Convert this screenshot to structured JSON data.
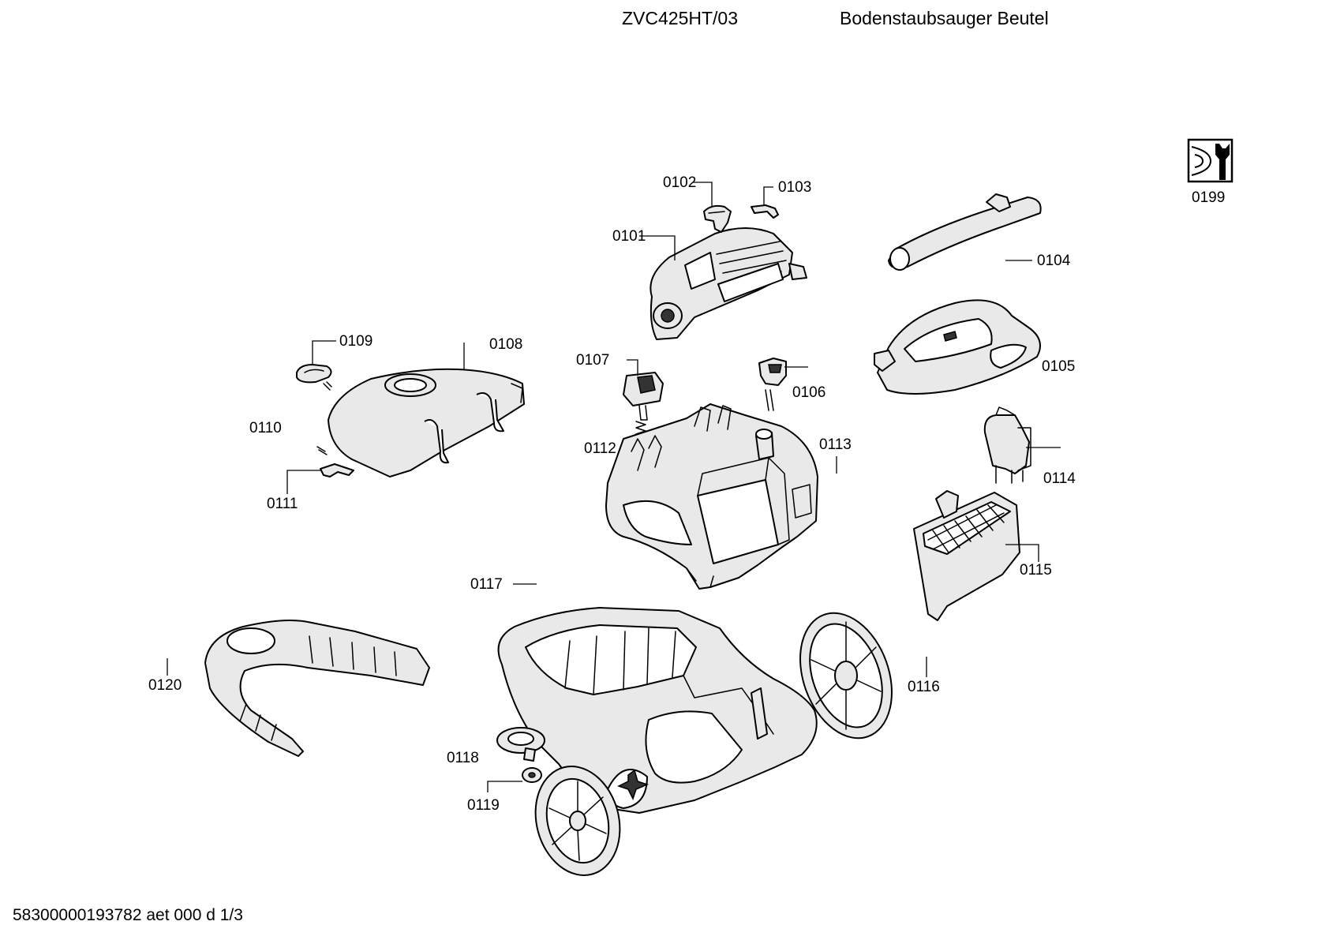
{
  "header": {
    "model": "ZVC425HT/03",
    "description": "Bodenstaubsauger Beutel"
  },
  "footer": {
    "document_id": "58300000193782 aet 000 d 1/3"
  },
  "tool_icon": {
    "icon": "service-tool-icon",
    "label": "0199"
  },
  "parts": [
    {
      "id": "p0101",
      "label": "0101",
      "icon": "top-cover"
    },
    {
      "id": "p0102",
      "label": "0102",
      "icon": "latch"
    },
    {
      "id": "p0103",
      "label": "0103",
      "icon": "clip"
    },
    {
      "id": "p0104",
      "label": "0104",
      "icon": "carry-handle"
    },
    {
      "id": "p0105",
      "label": "0105",
      "icon": "lid"
    },
    {
      "id": "p0106",
      "label": "0106",
      "icon": "button"
    },
    {
      "id": "p0107",
      "label": "0107",
      "icon": "switch-button"
    },
    {
      "id": "p0108",
      "label": "0108",
      "icon": "hood-cover"
    },
    {
      "id": "p0109",
      "label": "0109",
      "icon": "seal-ring"
    },
    {
      "id": "p0110",
      "label": "0110",
      "icon": "screw"
    },
    {
      "id": "p0111",
      "label": "0111",
      "icon": "bracket"
    },
    {
      "id": "p0112",
      "label": "0112",
      "icon": "spring"
    },
    {
      "id": "p0113",
      "label": "0113",
      "icon": "motor-housing"
    },
    {
      "id": "p0114",
      "label": "0114",
      "icon": "bag-holder"
    },
    {
      "id": "p0115",
      "label": "0115",
      "icon": "grille"
    },
    {
      "id": "p0116",
      "label": "0116",
      "icon": "wheel-cap"
    },
    {
      "id": "p0117",
      "label": "0117",
      "icon": "base-housing"
    },
    {
      "id": "p0118",
      "label": "0118",
      "icon": "castor"
    },
    {
      "id": "p0119",
      "label": "0119",
      "icon": "castor-axle"
    },
    {
      "id": "p0120",
      "label": "0120",
      "icon": "bumper"
    }
  ]
}
